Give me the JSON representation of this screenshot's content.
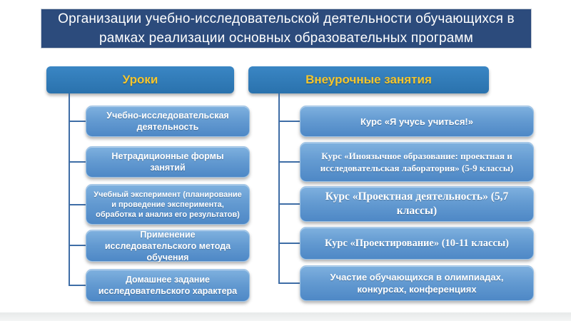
{
  "title": {
    "text": "Организации учебно-исследовательской деятельности обучающихся в рамках реализации основных образовательных программ"
  },
  "columns": [
    {
      "header": "Уроки",
      "items": [
        {
          "text": "Учебно-исследовательская деятельность"
        },
        {
          "text": "Нетрадиционные  формы занятий"
        },
        {
          "text": "Учебный  эксперимент (планирование и проведение эксперимента, обработка и анализ его результатов)"
        },
        {
          "text": "Применение исследовательского метода обучения"
        },
        {
          "text": "Домашнее  задание исследовательского характера"
        }
      ]
    },
    {
      "header": "Внеурочные занятия",
      "items": [
        {
          "text": "Курс «Я учусь учиться!»"
        },
        {
          "text": "Курс «Иноязычное образование: проектная и исследовательская лаборатория» (5-9 классы)"
        },
        {
          "text": "Курс «Проектная деятельность» (5,7 классы)"
        },
        {
          "text": "Курс «Проектирование» (10-11 классы)"
        },
        {
          "text": "Участие  обучающихся в олимпиадах, конкурсах, конференциях"
        }
      ]
    }
  ],
  "colors": {
    "title_background": "#2c4b7c",
    "header_background": "#2f7ab6",
    "header_text": "#f4c62f",
    "node_gradient_top": "#7fb1df",
    "node_gradient_bottom": "#4e88c6",
    "connector": "#3e6da6",
    "node_text": "#ffffff"
  }
}
